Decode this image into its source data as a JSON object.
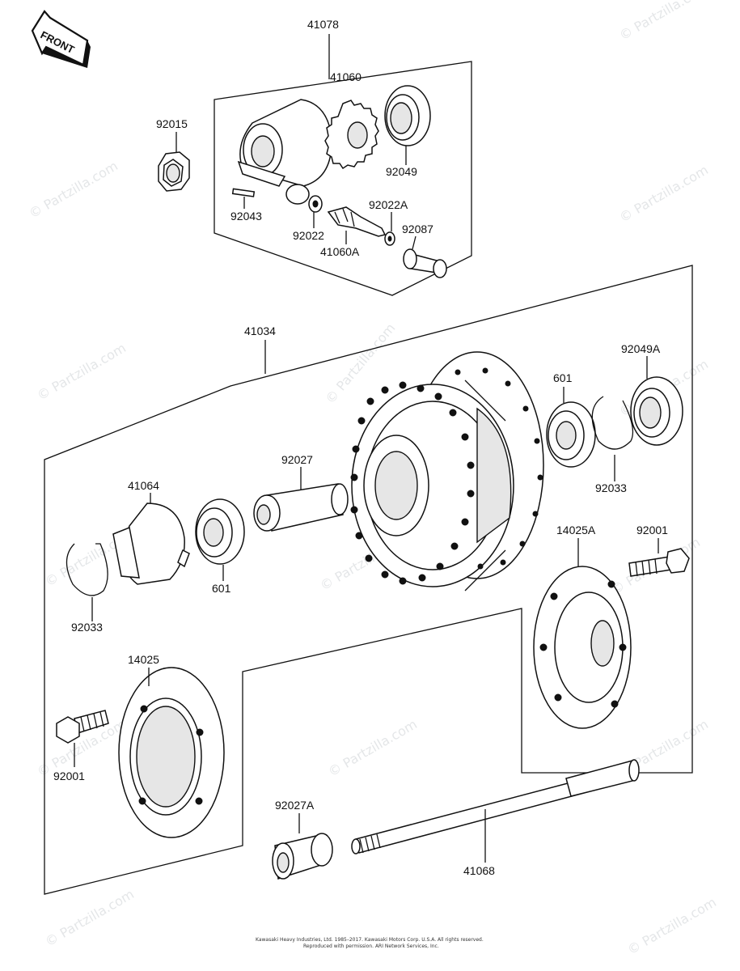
{
  "direction_label": "FRONT",
  "watermark_text": "© Partzilla.com",
  "copyright": {
    "line1": "Kawasaki Heavy Industries, Ltd. 1985–2017. Kawasaki Motors Corp. U.S.A. All rights reserved.",
    "line2": "Reproduced with permission. ARI Network Services, Inc."
  },
  "callouts": {
    "p41078": "41078",
    "p41060": "41060",
    "p92015": "92015",
    "p92049": "92049",
    "p92043": "92043",
    "p92022A": "92022A",
    "p92087": "92087",
    "p92022": "92022",
    "p41060A": "41060A",
    "p41034": "41034",
    "p92049A": "92049A",
    "p601_right": "601",
    "p92033_right": "92033",
    "p92027": "92027",
    "p41064": "41064",
    "p14025A": "14025A",
    "p92001_right": "92001",
    "p601_left": "601",
    "p92033_left": "92033",
    "p14025": "14025",
    "p92001_left": "92001",
    "p92027A": "92027A",
    "p41068": "41068"
  }
}
